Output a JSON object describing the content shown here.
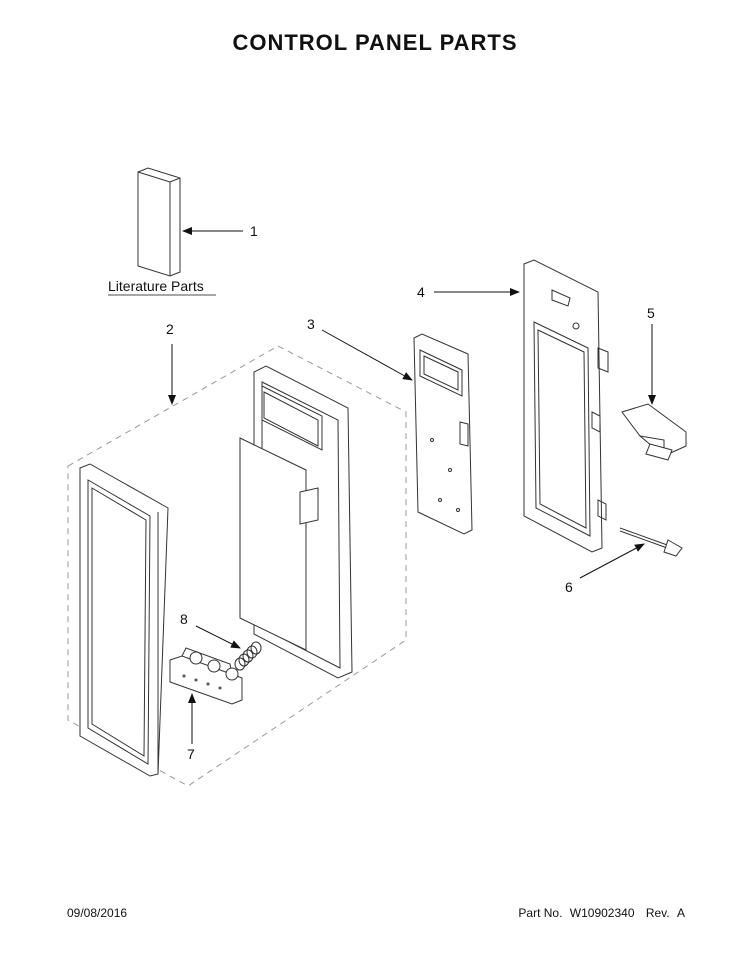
{
  "title": "CONTROL PANEL PARTS",
  "literature_label": "Literature Parts",
  "callouts": [
    "1",
    "2",
    "3",
    "4",
    "5",
    "6",
    "7",
    "8"
  ],
  "footer": {
    "date": "09/08/2016",
    "part_no_label": "Part No.",
    "part_no": "W10902340",
    "rev_label": "Rev.",
    "rev": "A"
  }
}
